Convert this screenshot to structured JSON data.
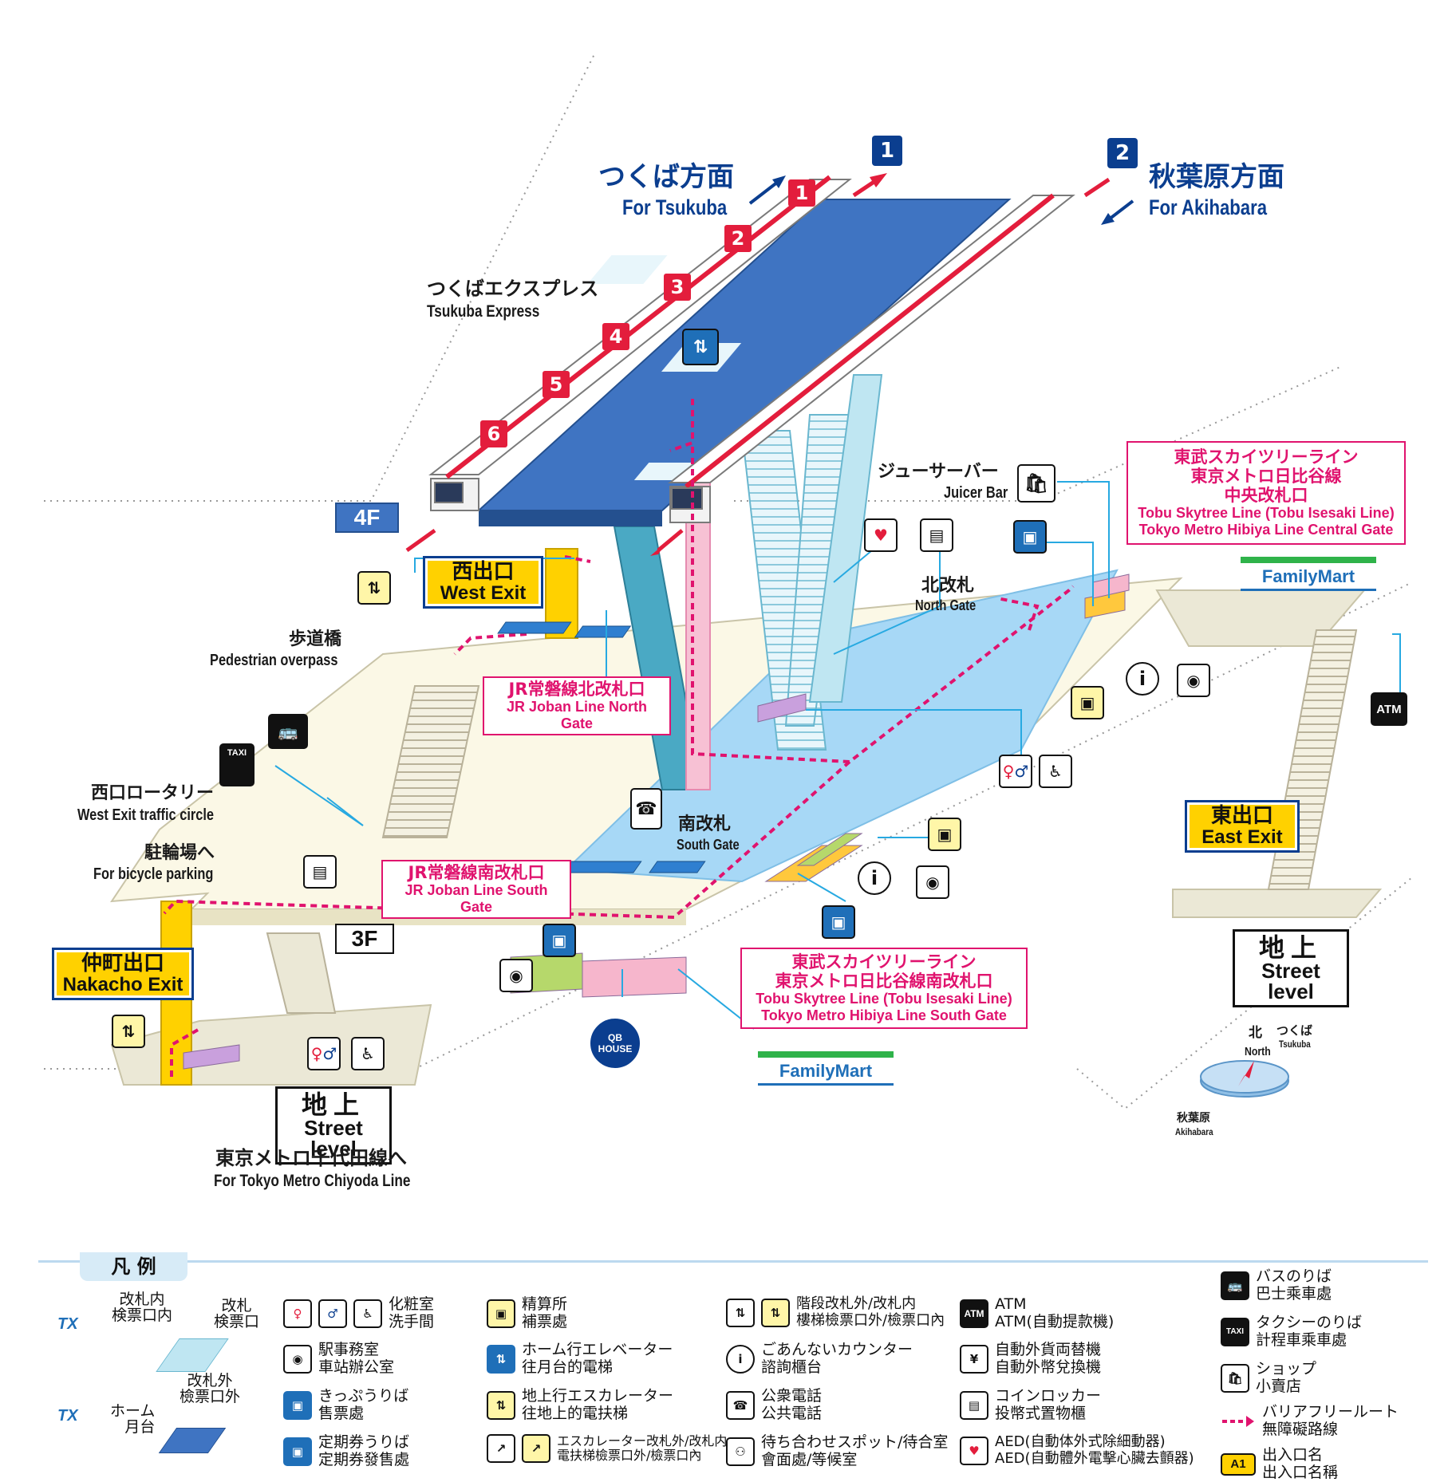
{
  "map": {
    "directions": {
      "tsukuba_jp": "つくば方面",
      "tsukuba_en": "For Tsukuba",
      "akihabara_jp": "秋葉原方面",
      "akihabara_en": "For Akihabara",
      "platform_1": "1",
      "platform_2": "2"
    },
    "line": {
      "jp": "つくばエクスプレス",
      "en": "Tsukuba Express"
    },
    "car_numbers": [
      "1",
      "2",
      "3",
      "4",
      "5",
      "6"
    ],
    "floors": {
      "f4": "4F",
      "f3": "3F"
    },
    "juicer_bar": {
      "jp": "ジューサーバー",
      "en": "Juicer Bar"
    },
    "tobu_central_gate": {
      "jp1": "東武スカイツリーライン",
      "jp2": "東京メトロ日比谷線",
      "jp3": "中央改札口",
      "en1": "Tobu Skytree Line (Tobu Isesaki Line)",
      "en2": "Tokyo Metro Hibiya Line Central Gate"
    },
    "familymart": "FamilyMart",
    "west_exit": {
      "jp": "西出口",
      "en": "West Exit"
    },
    "north_gate": {
      "jp": "北改札",
      "en": "North Gate"
    },
    "pedestrian": {
      "jp": "歩道橋",
      "en": "Pedestrian overpass"
    },
    "jr_north_gate": {
      "jp": "JR常磐線北改札口",
      "en": "JR Joban Line North Gate"
    },
    "atm": "ATM",
    "taxi": "TAXI",
    "west_rotary": {
      "jp": "西口ロータリー",
      "en": "West Exit traffic circle"
    },
    "south_gate": {
      "jp": "南改札",
      "en": "South Gate"
    },
    "bicycle": {
      "jp": "駐輪場へ",
      "en": "For bicycle parking"
    },
    "jr_south_gate": {
      "jp": "JR常磐線南改札口",
      "en": "JR Joban Line South Gate"
    },
    "east_exit": {
      "jp": "東出口",
      "en": "East Exit"
    },
    "nakacho_exit": {
      "jp": "仲町出口",
      "en": "Nakacho Exit"
    },
    "tobu_south_gate": {
      "jp1": "東武スカイツリーライン",
      "jp2": "東京メトロ日比谷線南改札口",
      "en1": "Tobu Skytree Line (Tobu Isesaki Line)",
      "en2": "Tokyo Metro Hibiya Line South Gate"
    },
    "street_level": {
      "jp": "地上",
      "en": "Street level"
    },
    "compass": {
      "north_jp": "北",
      "north_en": "North",
      "tsukuba_jp": "つくば",
      "tsukuba_en": "Tsukuba",
      "akihabara_jp": "秋葉原",
      "akihabara_en": "Akihabara"
    },
    "chiyoda": {
      "jp": "東京メトロ千代田線へ",
      "en": "For Tokyo Metro Chiyoda Line"
    },
    "qb_house": "QB HOUSE"
  },
  "legend": {
    "title": "凡 例",
    "inside_gate": "改札内\n検票口内",
    "ticket_gate": "改札\n検票口",
    "outside_gate": "改札外\n檢票口外",
    "platform": "ホーム\n月台",
    "tx_mark": "TX",
    "items": {
      "toilet": "化粧室\n洗手間",
      "station_office": "駅事務室\n車站辦公室",
      "ticket": "きっぷうりば\n售票處",
      "commuter": "定期券うりば\n定期券發售處",
      "fare_adjust": "精算所\n補票處",
      "elevator_platform": "ホーム行エレベーター\n往月台的電梯",
      "escalator_ground": "地上行エスカレーター\n往地上的電扶梯",
      "escalator_gate": "エスカレーター改札外/改札内\n電扶梯檢票口外/檢票口內",
      "stairs_gate": "階段改札外/改札内\n樓梯檢票口外/檢票口內",
      "info": "ごあんないカウンター\n諮詢櫃台",
      "phone": "公衆電話\n公共電話",
      "meeting": "待ち合わせスポット/待合室\n會面處/等候室",
      "atm": "ATM\nATM(自動提款機)",
      "exchange": "自動外貨両替機\n自動外幣兌換機",
      "locker": "コインロッカー\n投幣式置物櫃",
      "aed": "AED(自動体外式除細動器)\nAED(自動體外電擊心臟去顫器)",
      "bus": "バスのりば\n巴士乘車處",
      "taxi": "タクシーのりば\n計程車乘車處",
      "shop": "ショップ\n小賣店",
      "barrier_free": "バリアフリールート\n無障礙路線",
      "exit_name": "出入口名\n出入口名稱"
    },
    "icons": {
      "atm": "ATM",
      "taxi": "TAXI",
      "a1": "A1"
    }
  },
  "colors": {
    "platform_blue": "#3f74c2",
    "concourse_light_blue": "#9fd3f5",
    "floor_cream": "#fbf8e6",
    "accent_pink": "#e0136e",
    "train_red": "#e31d3c",
    "exit_yellow": "#ffd100",
    "label_navy": "#0b3e8f"
  }
}
